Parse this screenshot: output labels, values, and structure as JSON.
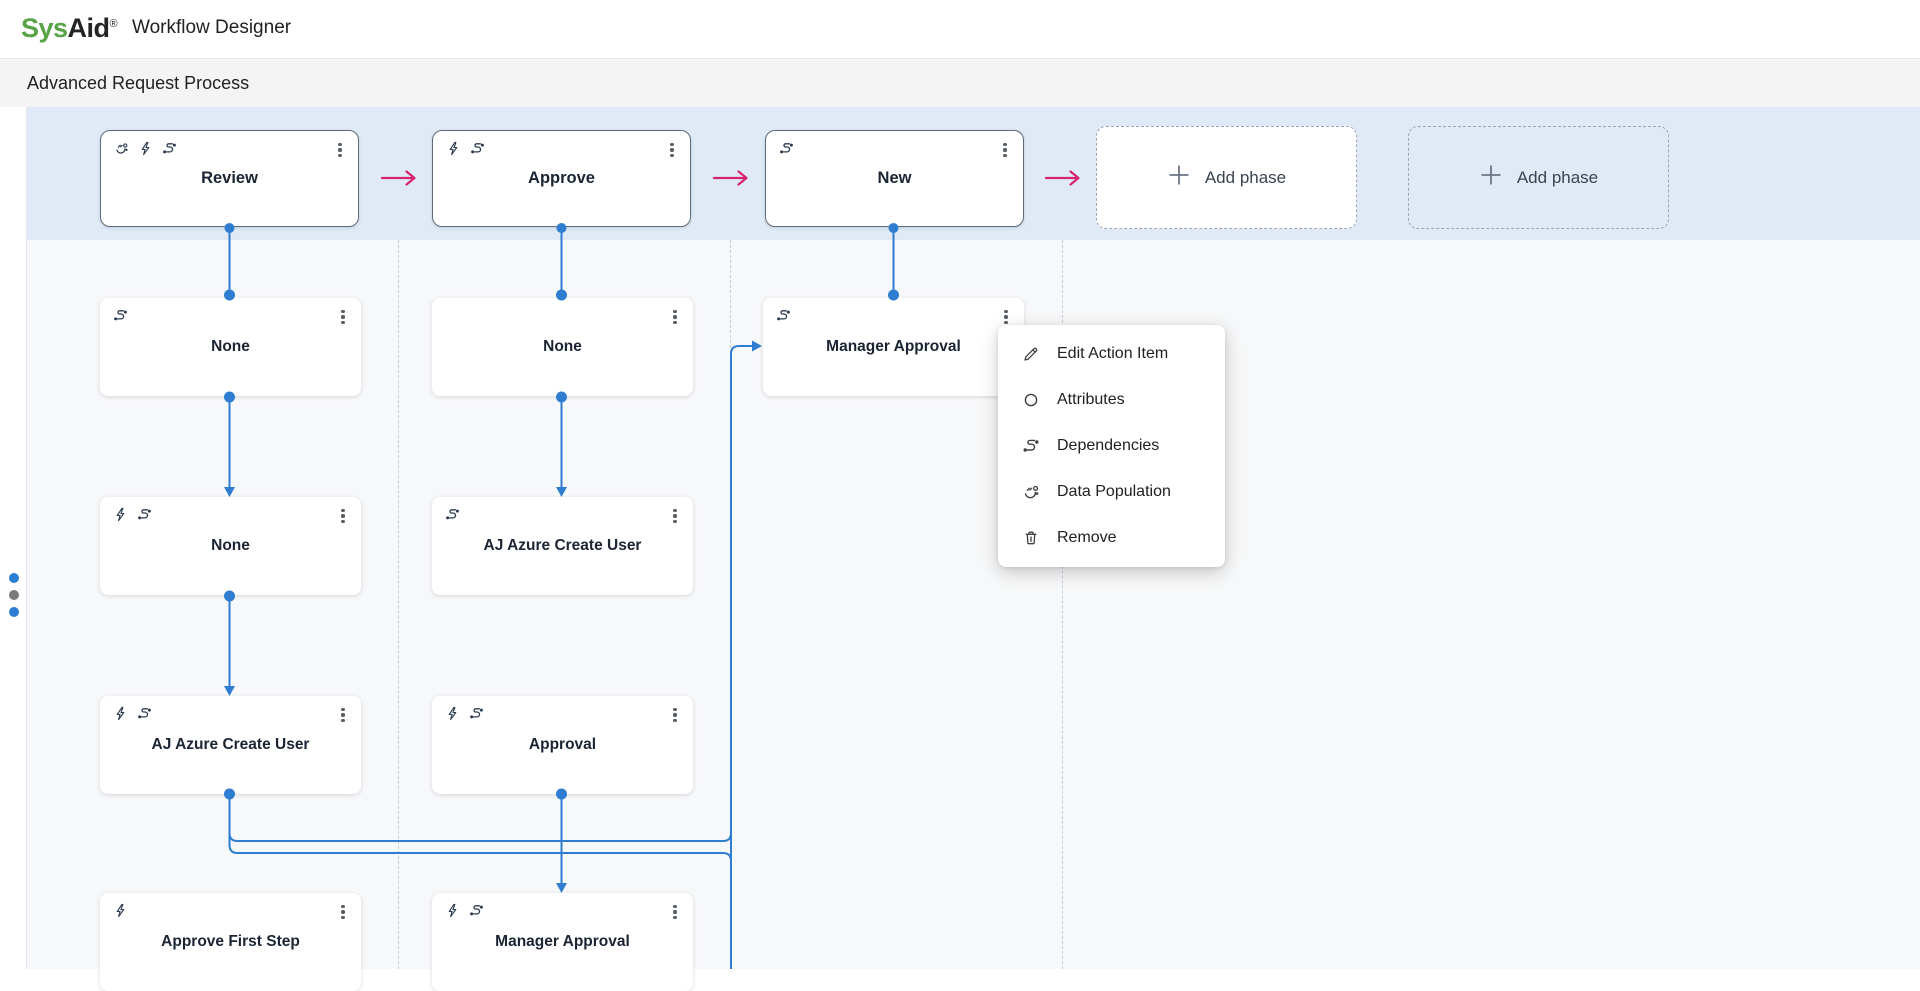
{
  "header": {
    "logo_sys": "Sys",
    "logo_aid": "Aid",
    "logo_reg": "®",
    "app_title": "Workflow Designer"
  },
  "breadcrumb": {
    "title": "Advanced Request Process"
  },
  "phases": [
    {
      "label": "Review",
      "icons": [
        "data-population-icon",
        "lightning-icon",
        "dependencies-icon"
      ]
    },
    {
      "label": "Approve",
      "icons": [
        "lightning-icon",
        "dependencies-icon"
      ]
    },
    {
      "label": "New",
      "icons": [
        "dependencies-icon"
      ]
    }
  ],
  "add_phase": {
    "label": "Add phase",
    "icon": "plus-icon"
  },
  "action_items": [
    {
      "title": "None",
      "icons": [
        "dependencies-icon"
      ]
    },
    {
      "title": "None",
      "icons": []
    },
    {
      "title": "Manager Approval",
      "icons": [
        "dependencies-icon"
      ]
    },
    {
      "title": "None",
      "icons": [
        "lightning-icon",
        "dependencies-icon"
      ]
    },
    {
      "title": "AJ Azure Create User",
      "icons": [
        "dependencies-icon"
      ]
    },
    {
      "title": "AJ Azure Create User",
      "icons": [
        "lightning-icon",
        "dependencies-icon"
      ]
    },
    {
      "title": "Approval",
      "icons": [
        "lightning-icon",
        "dependencies-icon"
      ]
    },
    {
      "title": "Approve First Step",
      "icons": [
        "lightning-icon"
      ]
    },
    {
      "title": "Manager Approval",
      "icons": [
        "lightning-icon",
        "dependencies-icon"
      ]
    }
  ],
  "context_menu": {
    "items": [
      {
        "icon": "pencil-icon",
        "label": "Edit Action Item"
      },
      {
        "icon": "circle-icon",
        "label": "Attributes"
      },
      {
        "icon": "dependencies-icon",
        "label": "Dependencies"
      },
      {
        "icon": "data-population-icon",
        "label": "Data Population"
      },
      {
        "icon": "trash-icon",
        "label": "Remove"
      }
    ]
  },
  "colors": {
    "connector_blue": "#2e7dd1",
    "phase_arrow_pink": "#d6246e",
    "phase_band": "#dfeaf6",
    "logo_green": "#57a345",
    "card_icon": "#2b3a4e"
  }
}
